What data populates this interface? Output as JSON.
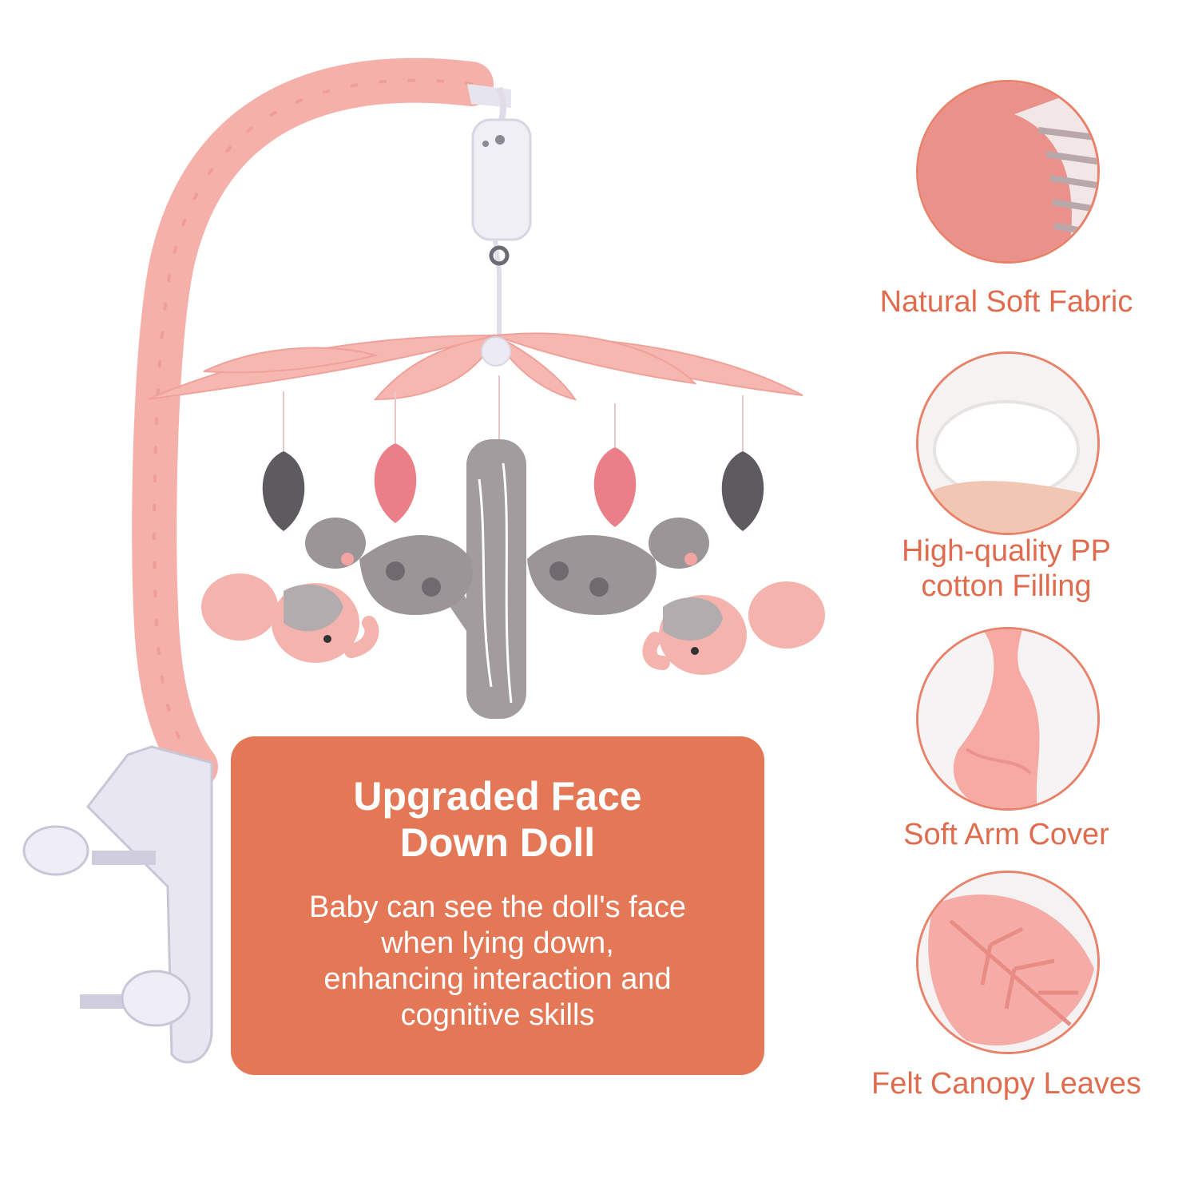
{
  "callout": {
    "title_lines": [
      "Upgraded Face",
      "Down Doll"
    ],
    "body_lines": [
      "Baby can see the doll's face",
      "when lying down,",
      "enhancing interaction and",
      "cognitive skills"
    ],
    "background_color": "#e47755",
    "text_color": "#ffffff"
  },
  "features": [
    {
      "label_lines": [
        "Natural Soft Fabric"
      ],
      "icon": "fabric-closeup-icon"
    },
    {
      "label_lines": [
        "High-quality PP",
        "cotton Filling"
      ],
      "icon": "cotton-filling-icon"
    },
    {
      "label_lines": [
        "Soft Arm Cover"
      ],
      "icon": "arm-cover-closeup-icon"
    },
    {
      "label_lines": [
        "Felt Canopy Leaves"
      ],
      "icon": "felt-leaf-closeup-icon"
    }
  ],
  "colors": {
    "accent_orange": "#e06c4f",
    "circle_border": "#e9826a",
    "pink_fabric": "#f4b3ad",
    "gray_plush": "#9c9597",
    "dark_gray_leaf": "#5e5b60"
  }
}
